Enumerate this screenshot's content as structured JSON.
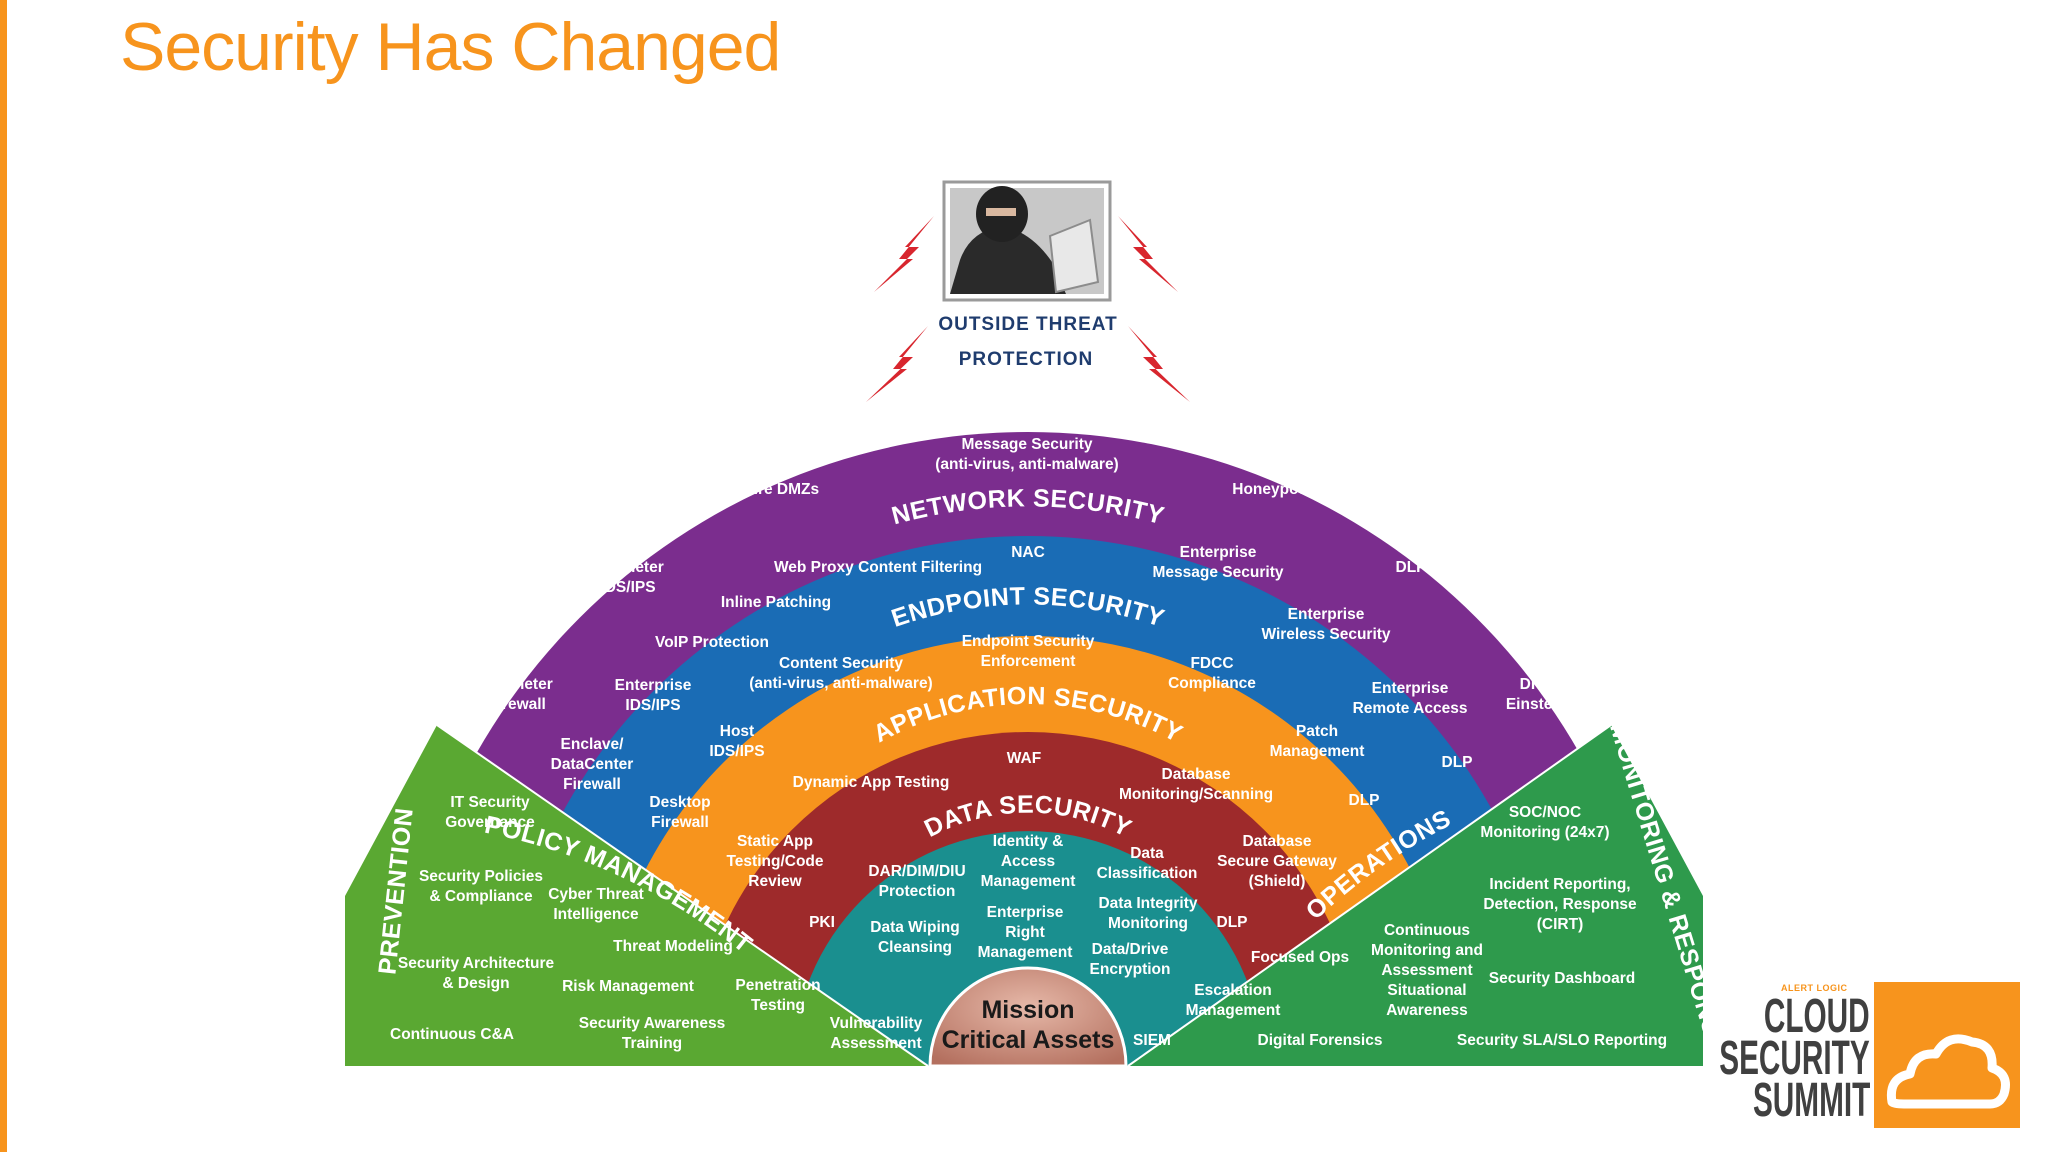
{
  "title": "Security Has Changed",
  "threat": {
    "label_line1": "OUTSIDE THREAT",
    "label_line2": "PROTECTION"
  },
  "colors": {
    "accent": "#f7941d",
    "perimeter": "#7b2d8e",
    "network": "#1a6cb5",
    "endpoint": "#f7941d",
    "application": "#9e2a2b",
    "data": "#1a8f8f",
    "side_sectors": "#5aa832",
    "core": "#c98a7a",
    "bolt": "#d8262e"
  },
  "rings": {
    "perimeter": {
      "title": "PERIMETER SECURITY",
      "items": [
        "Message Security",
        "(anti-virus, anti-malware)",
        "Secure DMZs",
        "Honeypot",
        "Perimeter",
        "IDS/IPS",
        "DLP",
        "Perimeter",
        "Firewall",
        "DHS",
        "Einstein"
      ]
    },
    "network": {
      "title": "NETWORK SECURITY",
      "items": [
        "NAC",
        "Web Proxy Content Filtering",
        "Enterprise",
        "Message Security",
        "Inline Patching",
        "VoIP Protection",
        "Enterprise",
        "Wireless Security",
        "Enterprise",
        "IDS/IPS",
        "Enterprise",
        "Remote Access",
        "Enclave/",
        "DataCenter",
        "Firewall",
        "DLP"
      ]
    },
    "endpoint": {
      "title": "ENDPOINT SECURITY",
      "items": [
        "Endpoint Security",
        "Enforcement",
        "Content Security",
        "(anti-virus, anti-malware)",
        "FDCC",
        "Compliance",
        "Host",
        "IDS/IPS",
        "Patch",
        "Management",
        "Desktop",
        "Firewall",
        "DLP"
      ]
    },
    "application": {
      "title": "APPLICATION SECURITY",
      "items": [
        "WAF",
        "Dynamic App Testing",
        "Database",
        "Monitoring/Scanning",
        "Static App",
        "Testing/Code",
        "Review",
        "Database",
        "Secure Gateway",
        "(Shield)"
      ]
    },
    "data": {
      "title": "DATA SECURITY",
      "items": [
        "Identity &",
        "Access",
        "Management",
        "Data",
        "Classification",
        "DAR/DIM/DIU",
        "Protection",
        "Data Integrity",
        "Monitoring",
        "Enterprise",
        "Right",
        "Management",
        "PKI",
        "Data Wiping",
        "Cleansing",
        "DLP",
        "Data/Drive",
        "Encryption"
      ]
    }
  },
  "sectors": {
    "prevention": {
      "title": "PREVENTION",
      "items": [
        "IT Security",
        "Governance",
        "Security Policies",
        "& Compliance",
        "Security Architecture",
        "& Design",
        "Continuous C&A"
      ]
    },
    "policy": {
      "title": "POLICY MANAGEMENT",
      "items": [
        "Cyber Threat",
        "Intelligence",
        "Threat Modeling",
        "Risk Management",
        "Penetration",
        "Testing",
        "Security Awareness",
        "Training",
        "Vulnerability",
        "Assessment"
      ]
    },
    "operations": {
      "title": "OPERATIONS",
      "items": [
        "Focused Ops",
        "Continuous",
        "Monitoring and",
        "Assessment",
        "Situational",
        "Awareness",
        "Escalation",
        "Management",
        "SIEM",
        "Digital Forensics"
      ]
    },
    "monitoring": {
      "title": "MONITORING & RESPONSE",
      "items": [
        "SOC/NOC",
        "Monitoring (24x7)",
        "Incident Reporting,",
        "Detection, Response",
        "(CIRT)",
        "Security Dashboard",
        "Security SLA/SLO Reporting"
      ]
    }
  },
  "core": {
    "line1": "Mission",
    "line2": "Critical Assets"
  },
  "logo": {
    "brand": "ALERT LOGIC",
    "word1": "CLOUD",
    "word2": "SECURITY",
    "word3": "SUMMIT"
  }
}
